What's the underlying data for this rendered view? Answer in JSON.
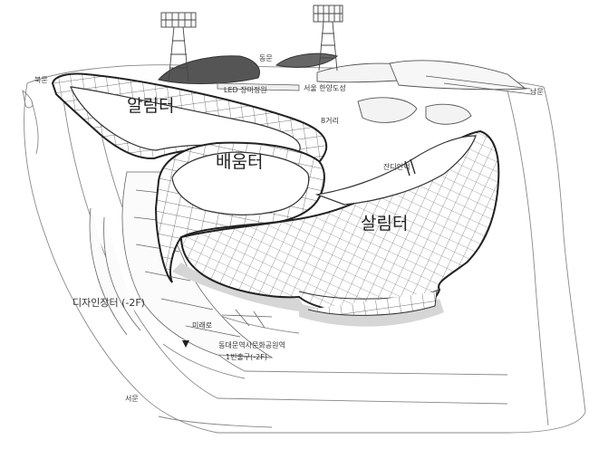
{
  "zones": {
    "alimteo": "알림터",
    "baeumteo": "배움터",
    "salimteo": "살림터"
  },
  "gates": {
    "east": "동문",
    "north": "북문",
    "south": "남문",
    "west": "서문"
  },
  "places": {
    "led_garden": "LED 장미정원",
    "seoul_fortress": "서울 한양도성",
    "intersection_8": "8거리",
    "grass_hill": "잔디언덕",
    "design_market": "디자인장터 (-2F)",
    "mirae_road": "미래로",
    "station_line1": "동대문역사문화공원역",
    "station_line2": "1번출구(-2F)"
  },
  "colors": {
    "line": "#333333",
    "fill": "#ffffff",
    "shadow": "#d6d6d6",
    "dark": "#555555"
  }
}
